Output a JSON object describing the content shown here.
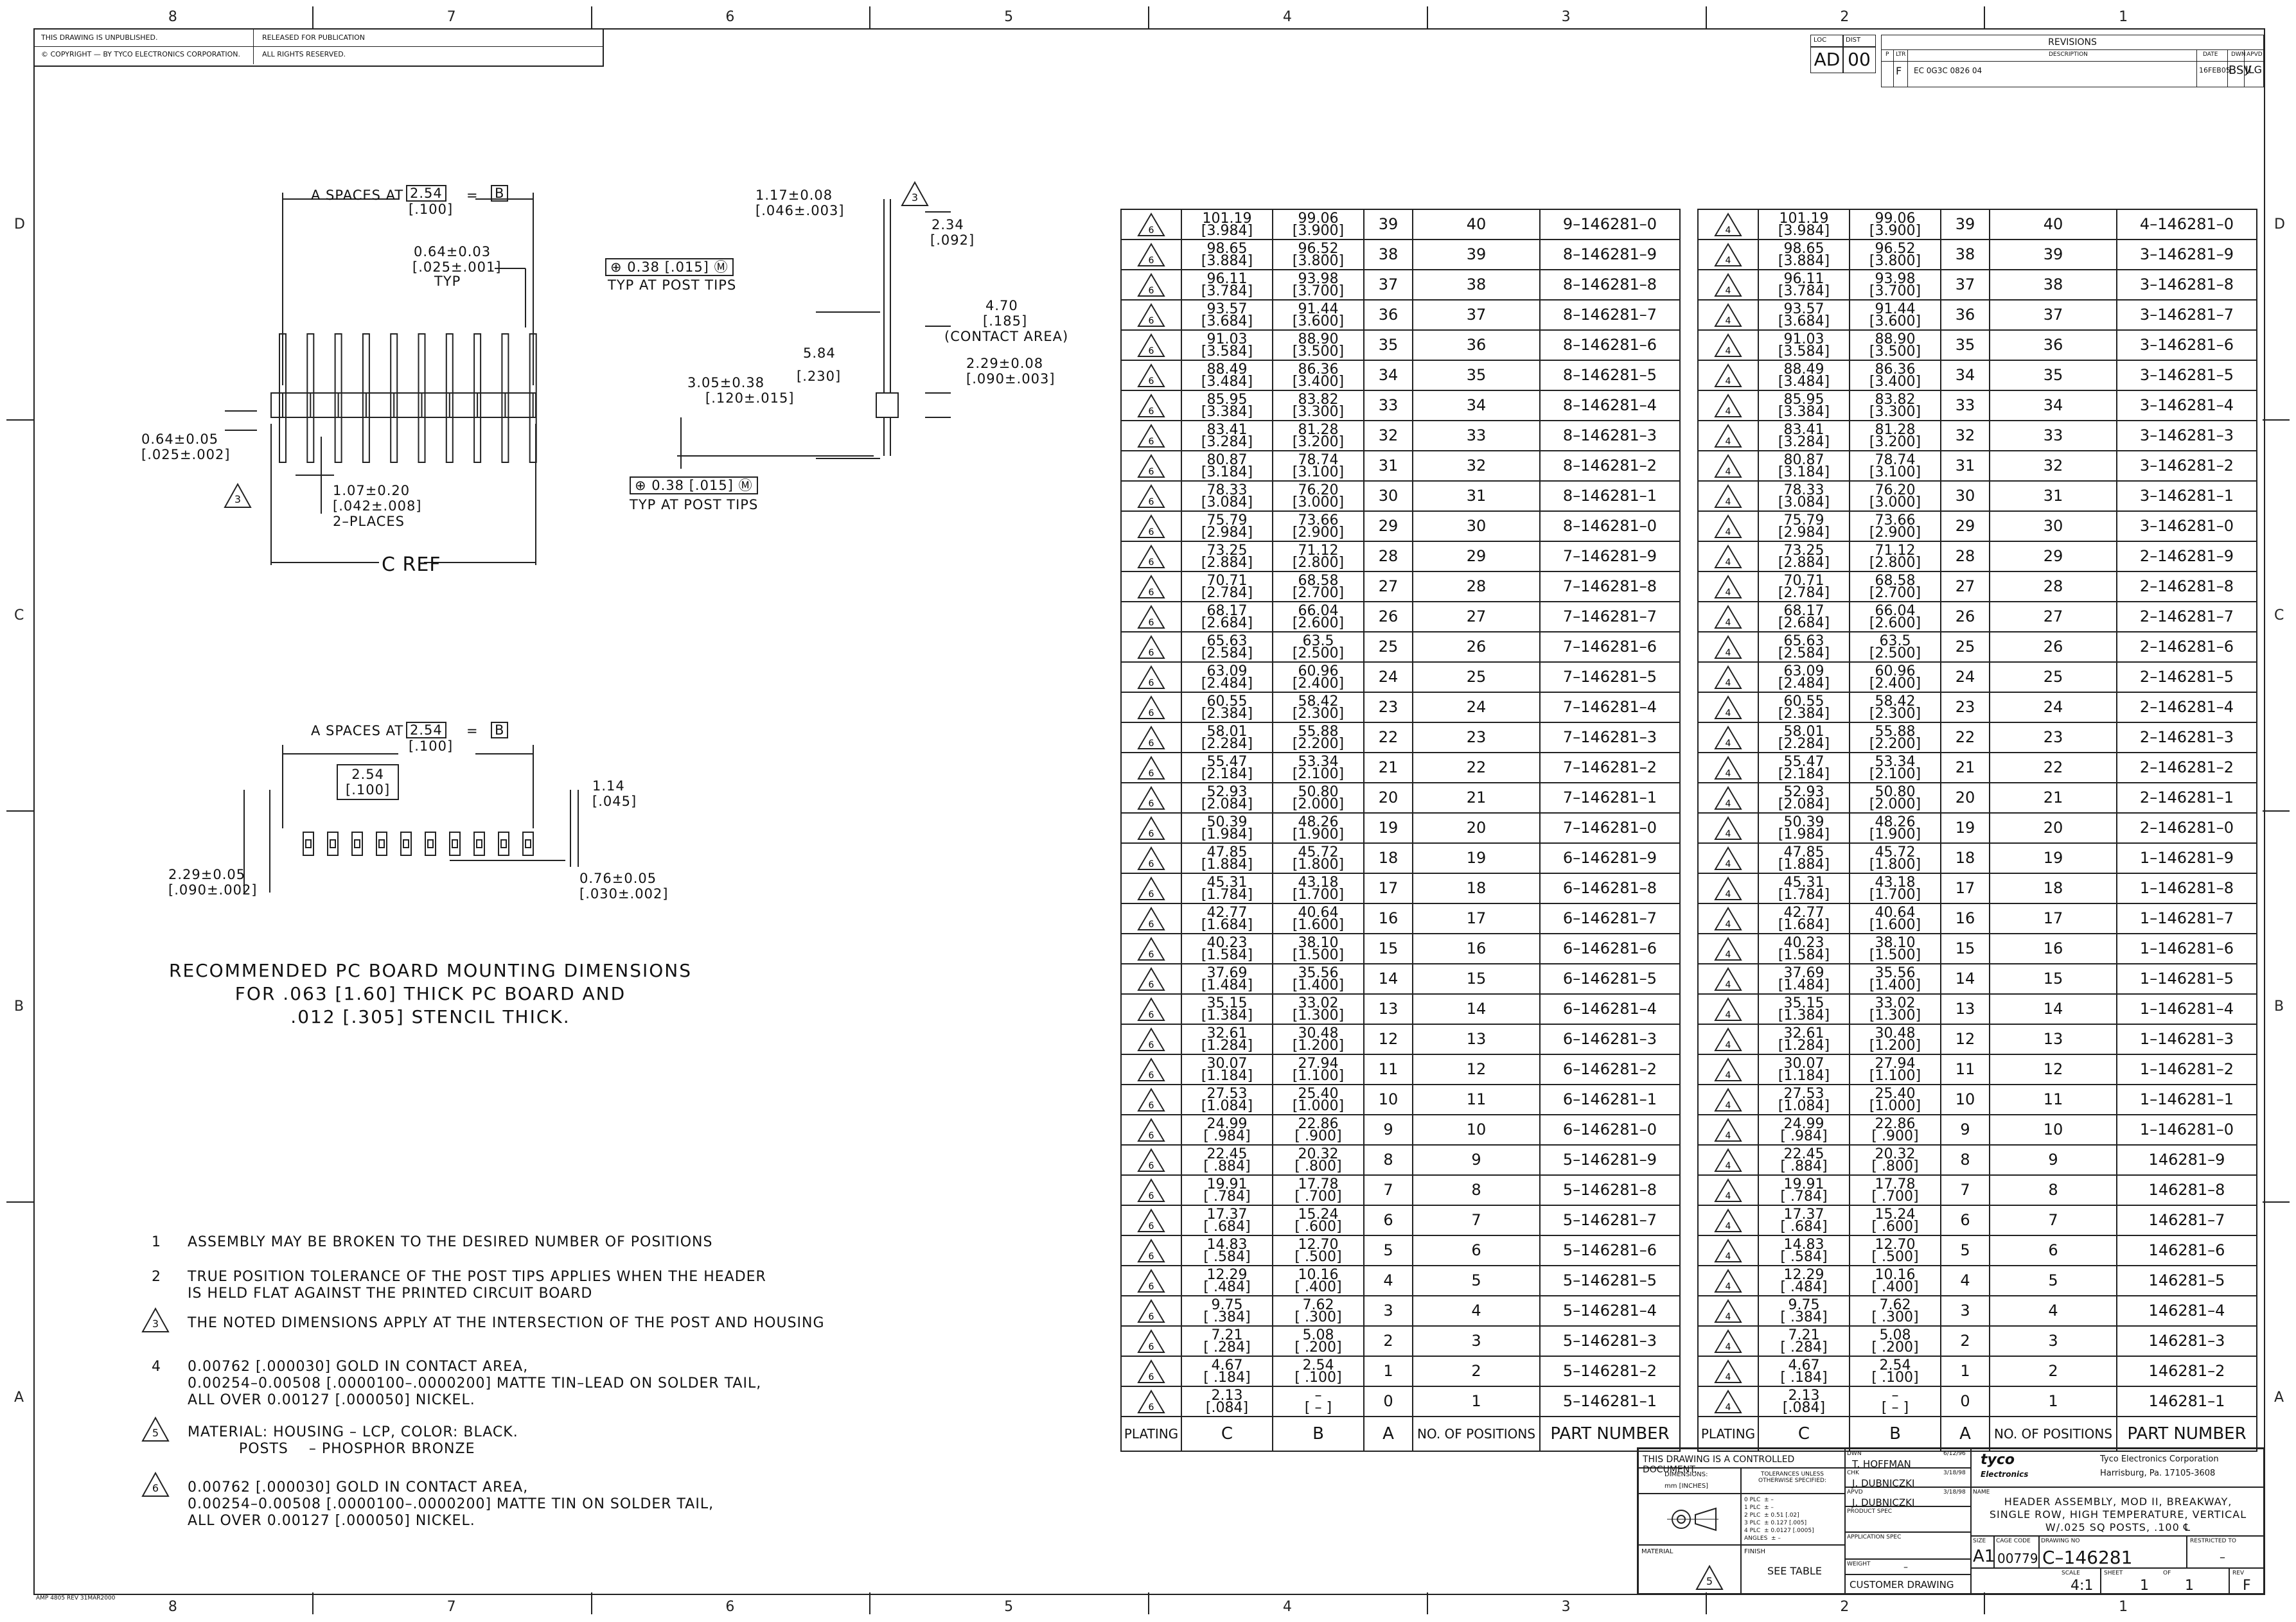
{
  "header": {
    "unpublished": "THIS DRAWING IS UNPUBLISHED.",
    "copyright": "© COPYRIGHT  —    BY TYCO ELECTRONICS CORPORATION.",
    "released": "RELEASED FOR PUBLICATION",
    "rights": "ALL RIGHTS RESERVED."
  },
  "zones": {
    "columns": [
      "8",
      "7",
      "6",
      "5",
      "4",
      "3",
      "2",
      "1"
    ],
    "rows": [
      "D",
      "C",
      "B",
      "A"
    ]
  },
  "revisions": {
    "title": "REVISIONS",
    "loc_label": "LOC",
    "dist_label": "DIST",
    "loc": "AD",
    "dist": "00",
    "col_p": "P",
    "col_ltr": "LTR",
    "col_desc": "DESCRIPTION",
    "col_date": "DATE",
    "col_dwn": "DWN",
    "col_apvd": "APVD",
    "ltr": "F",
    "desc": "EC 0G3C 0826 04",
    "date": "16FEB05",
    "dwn": "BSV",
    "apvd": "JLG"
  },
  "drawing": {
    "a_spaces": "A SPACES AT",
    "pitch_mm": "2.54",
    "pitch_in": "[.100]",
    "eq": "=",
    "b_box": "B",
    "d1": "1.17±0.08",
    "d1b": "[.046±.003]",
    "d2": "2.34",
    "d2b": "[.092]",
    "d3": "0.64±0.03",
    "d3b": "[.025±.001]",
    "typ": "TYP",
    "tp1": "0.38",
    "tp1b": "[.015]",
    "tp_circle": "M",
    "typ_post": "TYP AT POST TIPS",
    "d4": "4.70",
    "d4b": "[.185]",
    "contact": "(CONTACT AREA)",
    "d5": "5.84",
    "d5b": "[.230]",
    "d6": "2.29±0.08",
    "d6b": "[.090±.003]",
    "d7": "3.05±0.38",
    "d7b": "[.120±.015]",
    "d8": "0.64±0.05",
    "d8b": "[.025±.002]",
    "d9": "1.07±0.20",
    "d9b": "[.042±.008]",
    "d9c": "2–PLACES",
    "c_ref": "C REF",
    "pcb_a_spaces": "A SPACES AT",
    "pcb_d1": "2.54",
    "pcb_d1b": "[.100]",
    "pcb_d2": "1.14",
    "pcb_d2b": "[.045]",
    "pcb_d3": "2.29±0.05",
    "pcb_d3b": "[.090±.002]",
    "pcb_d4": "0.76±0.05",
    "pcb_d4b": "[.030±.002]",
    "tri3": "3"
  },
  "pcb_title": [
    "RECOMMENDED PC BOARD MOUNTING DIMENSIONS",
    "FOR .063 [1.60] THICK PC BOARD AND",
    ".012 [.305] STENCIL THICK."
  ],
  "notes": [
    {
      "num": "1",
      "tri": false,
      "lines": [
        "ASSEMBLY MAY BE BROKEN TO THE DESIRED NUMBER OF POSITIONS"
      ]
    },
    {
      "num": "2",
      "tri": false,
      "lines": [
        "TRUE POSITION TOLERANCE OF THE POST TIPS APPLIES WHEN THE HEADER",
        "IS HELD FLAT AGAINST THE PRINTED CIRCUIT BOARD"
      ]
    },
    {
      "num": "3",
      "tri": true,
      "lines": [
        "THE NOTED DIMENSIONS APPLY AT THE INTERSECTION OF THE POST AND HOUSING"
      ]
    },
    {
      "num": "4",
      "tri": false,
      "lines": [
        "0.00762 [.000030] GOLD IN CONTACT AREA,",
        "0.00254–0.00508 [.0000100–.0000200] MATTE TIN–LEAD ON SOLDER TAIL,",
        "ALL OVER 0.00127 [.000050] NICKEL."
      ]
    },
    {
      "num": "5",
      "tri": true,
      "lines": [
        "MATERIAL: HOUSING – LCP, COLOR: BLACK.",
        "          POSTS    – PHOSPHOR BRONZE"
      ]
    },
    {
      "num": "6",
      "tri": true,
      "lines": [
        "0.00762 [.000030] GOLD IN CONTACT AREA,",
        "0.00254–0.00508 [.0000100–.0000200] MATTE TIN ON SOLDER TAIL,",
        "ALL OVER 0.00127 [.000050] NICKEL."
      ]
    }
  ],
  "table_headers": {
    "plating": "PLATING",
    "c": "C",
    "b": "B",
    "a": "A",
    "positions": "NO. OF POSITIONS",
    "part": "PART NUMBER"
  },
  "table_left": {
    "plating": "6",
    "rows": [
      [
        "101.19",
        "[3.984]",
        "99.06",
        "[3.900]",
        "39",
        "40",
        "9–146281–0"
      ],
      [
        "98.65",
        "[3.884]",
        "96.52",
        "[3.800]",
        "38",
        "39",
        "8–146281–9"
      ],
      [
        "96.11",
        "[3.784]",
        "93.98",
        "[3.700]",
        "37",
        "38",
        "8–146281–8"
      ],
      [
        "93.57",
        "[3.684]",
        "91.44",
        "[3.600]",
        "36",
        "37",
        "8–146281–7"
      ],
      [
        "91.03",
        "[3.584]",
        "88.90",
        "[3.500]",
        "35",
        "36",
        "8–146281–6"
      ],
      [
        "88.49",
        "[3.484]",
        "86.36",
        "[3.400]",
        "34",
        "35",
        "8–146281–5"
      ],
      [
        "85.95",
        "[3.384]",
        "83.82",
        "[3.300]",
        "33",
        "34",
        "8–146281–4"
      ],
      [
        "83.41",
        "[3.284]",
        "81.28",
        "[3.200]",
        "32",
        "33",
        "8–146281–3"
      ],
      [
        "80.87",
        "[3.184]",
        "78.74",
        "[3.100]",
        "31",
        "32",
        "8–146281–2"
      ],
      [
        "78.33",
        "[3.084]",
        "76.20",
        "[3.000]",
        "30",
        "31",
        "8–146281–1"
      ],
      [
        "75.79",
        "[2.984]",
        "73.66",
        "[2.900]",
        "29",
        "30",
        "8–146281–0"
      ],
      [
        "73.25",
        "[2.884]",
        "71.12",
        "[2.800]",
        "28",
        "29",
        "7–146281–9"
      ],
      [
        "70.71",
        "[2.784]",
        "68.58",
        "[2.700]",
        "27",
        "28",
        "7–146281–8"
      ],
      [
        "68.17",
        "[2.684]",
        "66.04",
        "[2.600]",
        "26",
        "27",
        "7–146281–7"
      ],
      [
        "65.63",
        "[2.584]",
        "63.5",
        "[2.500]",
        "25",
        "26",
        "7–146281–6"
      ],
      [
        "63.09",
        "[2.484]",
        "60.96",
        "[2.400]",
        "24",
        "25",
        "7–146281–5"
      ],
      [
        "60.55",
        "[2.384]",
        "58.42",
        "[2.300]",
        "23",
        "24",
        "7–146281–4"
      ],
      [
        "58.01",
        "[2.284]",
        "55.88",
        "[2.200]",
        "22",
        "23",
        "7–146281–3"
      ],
      [
        "55.47",
        "[2.184]",
        "53.34",
        "[2.100]",
        "21",
        "22",
        "7–146281–2"
      ],
      [
        "52.93",
        "[2.084]",
        "50.80",
        "[2.000]",
        "20",
        "21",
        "7–146281–1"
      ],
      [
        "50.39",
        "[1.984]",
        "48.26",
        "[1.900]",
        "19",
        "20",
        "7–146281–0"
      ],
      [
        "47.85",
        "[1.884]",
        "45.72",
        "[1.800]",
        "18",
        "19",
        "6–146281–9"
      ],
      [
        "45.31",
        "[1.784]",
        "43.18",
        "[1.700]",
        "17",
        "18",
        "6–146281–8"
      ],
      [
        "42.77",
        "[1.684]",
        "40.64",
        "[1.600]",
        "16",
        "17",
        "6–146281–7"
      ],
      [
        "40.23",
        "[1.584]",
        "38.10",
        "[1.500]",
        "15",
        "16",
        "6–146281–6"
      ],
      [
        "37.69",
        "[1.484]",
        "35.56",
        "[1.400]",
        "14",
        "15",
        "6–146281–5"
      ],
      [
        "35.15",
        "[1.384]",
        "33.02",
        "[1.300]",
        "13",
        "14",
        "6–146281–4"
      ],
      [
        "32.61",
        "[1.284]",
        "30.48",
        "[1.200]",
        "12",
        "13",
        "6–146281–3"
      ],
      [
        "30.07",
        "[1.184]",
        "27.94",
        "[1.100]",
        "11",
        "12",
        "6–146281–2"
      ],
      [
        "27.53",
        "[1.084]",
        "25.40",
        "[1.000]",
        "10",
        "11",
        "6–146281–1"
      ],
      [
        "24.99",
        "[ .984]",
        "22.86",
        "[ .900]",
        "9",
        "10",
        "6–146281–0"
      ],
      [
        "22.45",
        "[ .884]",
        "20.32",
        "[ .800]",
        "8",
        "9",
        "5–146281–9"
      ],
      [
        "19.91",
        "[ .784]",
        "17.78",
        "[ .700]",
        "7",
        "8",
        "5–146281–8"
      ],
      [
        "17.37",
        "[ .684]",
        "15.24",
        "[ .600]",
        "6",
        "7",
        "5–146281–7"
      ],
      [
        "14.83",
        "[ .584]",
        "12.70",
        "[ .500]",
        "5",
        "6",
        "5–146281–6"
      ],
      [
        "12.29",
        "[ .484]",
        "10.16",
        "[ .400]",
        "4",
        "5",
        "5–146281–5"
      ],
      [
        "9.75",
        "[ .384]",
        "7.62",
        "[ .300]",
        "3",
        "4",
        "5–146281–4"
      ],
      [
        "7.21",
        "[ .284]",
        "5.08",
        "[ .200]",
        "2",
        "3",
        "5–146281–3"
      ],
      [
        "4.67",
        "[ .184]",
        "2.54",
        "[ .100]",
        "1",
        "2",
        "5–146281–2"
      ],
      [
        "2.13",
        "[.084]",
        "–",
        "[ – ]",
        "0",
        "1",
        "5–146281–1"
      ]
    ]
  },
  "table_right": {
    "plating": "4",
    "rows": [
      [
        "101.19",
        "[3.984]",
        "99.06",
        "[3.900]",
        "39",
        "40",
        "4–146281–0"
      ],
      [
        "98.65",
        "[3.884]",
        "96.52",
        "[3.800]",
        "38",
        "39",
        "3–146281–9"
      ],
      [
        "96.11",
        "[3.784]",
        "93.98",
        "[3.700]",
        "37",
        "38",
        "3–146281–8"
      ],
      [
        "93.57",
        "[3.684]",
        "91.44",
        "[3.600]",
        "36",
        "37",
        "3–146281–7"
      ],
      [
        "91.03",
        "[3.584]",
        "88.90",
        "[3.500]",
        "35",
        "36",
        "3–146281–6"
      ],
      [
        "88.49",
        "[3.484]",
        "86.36",
        "[3.400]",
        "34",
        "35",
        "3–146281–5"
      ],
      [
        "85.95",
        "[3.384]",
        "83.82",
        "[3.300]",
        "33",
        "34",
        "3–146281–4"
      ],
      [
        "83.41",
        "[3.284]",
        "81.28",
        "[3.200]",
        "32",
        "33",
        "3–146281–3"
      ],
      [
        "80.87",
        "[3.184]",
        "78.74",
        "[3.100]",
        "31",
        "32",
        "3–146281–2"
      ],
      [
        "78.33",
        "[3.084]",
        "76.20",
        "[3.000]",
        "30",
        "31",
        "3–146281–1"
      ],
      [
        "75.79",
        "[2.984]",
        "73.66",
        "[2.900]",
        "29",
        "30",
        "3–146281–0"
      ],
      [
        "73.25",
        "[2.884]",
        "71.12",
        "[2.800]",
        "28",
        "29",
        "2–146281–9"
      ],
      [
        "70.71",
        "[2.784]",
        "68.58",
        "[2.700]",
        "27",
        "28",
        "2–146281–8"
      ],
      [
        "68.17",
        "[2.684]",
        "66.04",
        "[2.600]",
        "26",
        "27",
        "2–146281–7"
      ],
      [
        "65.63",
        "[2.584]",
        "63.5",
        "[2.500]",
        "25",
        "26",
        "2–146281–6"
      ],
      [
        "63.09",
        "[2.484]",
        "60.96",
        "[2.400]",
        "24",
        "25",
        "2–146281–5"
      ],
      [
        "60.55",
        "[2.384]",
        "58.42",
        "[2.300]",
        "23",
        "24",
        "2–146281–4"
      ],
      [
        "58.01",
        "[2.284]",
        "55.88",
        "[2.200]",
        "22",
        "23",
        "2–146281–3"
      ],
      [
        "55.47",
        "[2.184]",
        "53.34",
        "[2.100]",
        "21",
        "22",
        "2–146281–2"
      ],
      [
        "52.93",
        "[2.084]",
        "50.80",
        "[2.000]",
        "20",
        "21",
        "2–146281–1"
      ],
      [
        "50.39",
        "[1.984]",
        "48.26",
        "[1.900]",
        "19",
        "20",
        "2–146281–0"
      ],
      [
        "47.85",
        "[1.884]",
        "45.72",
        "[1.800]",
        "18",
        "19",
        "1–146281–9"
      ],
      [
        "45.31",
        "[1.784]",
        "43.18",
        "[1.700]",
        "17",
        "18",
        "1–146281–8"
      ],
      [
        "42.77",
        "[1.684]",
        "40.64",
        "[1.600]",
        "16",
        "17",
        "1–146281–7"
      ],
      [
        "40.23",
        "[1.584]",
        "38.10",
        "[1.500]",
        "15",
        "16",
        "1–146281–6"
      ],
      [
        "37.69",
        "[1.484]",
        "35.56",
        "[1.400]",
        "14",
        "15",
        "1–146281–5"
      ],
      [
        "35.15",
        "[1.384]",
        "33.02",
        "[1.300]",
        "13",
        "14",
        "1–146281–4"
      ],
      [
        "32.61",
        "[1.284]",
        "30.48",
        "[1.200]",
        "12",
        "13",
        "1–146281–3"
      ],
      [
        "30.07",
        "[1.184]",
        "27.94",
        "[1.100]",
        "11",
        "12",
        "1–146281–2"
      ],
      [
        "27.53",
        "[1.084]",
        "25.40",
        "[1.000]",
        "10",
        "11",
        "1–146281–1"
      ],
      [
        "24.99",
        "[ .984]",
        "22.86",
        "[ .900]",
        "9",
        "10",
        "1–146281–0"
      ],
      [
        "22.45",
        "[ .884]",
        "20.32",
        "[ .800]",
        "8",
        "9",
        "146281–9"
      ],
      [
        "19.91",
        "[ .784]",
        "17.78",
        "[ .700]",
        "7",
        "8",
        "146281–8"
      ],
      [
        "17.37",
        "[ .684]",
        "15.24",
        "[ .600]",
        "6",
        "7",
        "146281–7"
      ],
      [
        "14.83",
        "[ .584]",
        "12.70",
        "[ .500]",
        "5",
        "6",
        "146281–6"
      ],
      [
        "12.29",
        "[ .484]",
        "10.16",
        "[ .400]",
        "4",
        "5",
        "146281–5"
      ],
      [
        "9.75",
        "[ .384]",
        "7.62",
        "[ .300]",
        "3",
        "4",
        "146281–4"
      ],
      [
        "7.21",
        "[ .284]",
        "5.08",
        "[ .200]",
        "2",
        "3",
        "146281–3"
      ],
      [
        "4.67",
        "[ .184]",
        "2.54",
        "[ .100]",
        "1",
        "2",
        "146281–2"
      ],
      [
        "2.13",
        "[.084]",
        "–",
        "[ – ]",
        "0",
        "1",
        "146281–1"
      ]
    ]
  },
  "title_block": {
    "controlled": "THIS DRAWING IS A CONTROLLED DOCUMENT.",
    "dimensions": "DIMENSIONS:",
    "mm_inches": "mm [INCHES]",
    "tolerances": "TOLERANCES UNLESS OTHERWISE SPECIFIED:",
    "tol_lines": [
      "0 PLC  ± –",
      "1 PLC  ± –",
      "2 PLC  ± 0.51 [.02]",
      "3 PLC  ± 0.127 [.005]",
      "4 PLC  ± 0.0127 [.0005]",
      "ANGLES  ± –"
    ],
    "dwn_label": "DWN",
    "dwn_name": "T. HOFFMAN",
    "dwn_date": "6/12/96",
    "chk_label": "CHK",
    "chk_name": "J. DUBNICZKI",
    "chk_date": "3/18/98",
    "apvd_label": "APVD",
    "apvd_name": "J. DUBNICZKI",
    "apvd_date": "3/18/98",
    "product_spec": "PRODUCT SPEC",
    "app_spec": "APPLICATION SPEC",
    "weight": "WEIGHT",
    "weight_val": "–",
    "material": "MATERIAL",
    "finish": "FINISH",
    "see_table": "SEE TABLE",
    "tri5": "5",
    "customer": "CUSTOMER DRAWING",
    "logo": "tyco",
    "logo_sub": "Electronics",
    "company": "Tyco Electronics Corporation",
    "address": "Harrisburg, Pa. 17105-3608",
    "name_label": "NAME",
    "title_lines": [
      "HEADER ASSEMBLY, MOD II, BREAKWAY,",
      "SINGLE ROW, HIGH TEMPERATURE, VERTICAL",
      "W/.025 SQ POSTS, .100 ℄"
    ],
    "size_label": "SIZE",
    "size": "A1",
    "cage_label": "CAGE CODE",
    "cage": "00779",
    "dwg_label": "DRAWING NO",
    "dwg_no": "C–146281",
    "restricted": "RESTRICTED TO",
    "restricted_val": "–",
    "scale_label": "SCALE",
    "scale": "4:1",
    "sheet_label": "SHEET",
    "sheet": "1",
    "of": "OF",
    "sheets": "1",
    "rev_label": "REV",
    "rev": "F"
  },
  "footer": "AMP 4805 REV 31MAR2000"
}
